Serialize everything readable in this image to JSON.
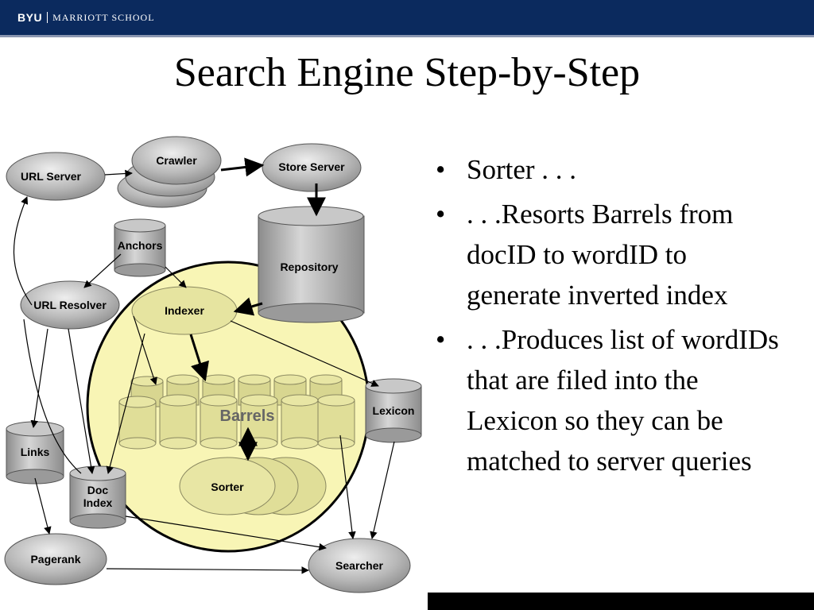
{
  "header": {
    "brand_short": "BYU",
    "brand_school": "MARRIOTT SCHOOL"
  },
  "title": "Search Engine Step-by-Step",
  "bullets": [
    "Sorter . . .",
    ". . .Resorts Barrels from docID to wordID to generate inverted index",
    ". . .Produces list of wordIDs that are filed into the Lexicon so they can be matched to server queries"
  ],
  "diagram": {
    "nodes": {
      "url_server": "URL Server",
      "crawler": "Crawler",
      "store_server": "Store Server",
      "anchors": "Anchors",
      "repository": "Repository",
      "url_resolver": "URL Resolver",
      "indexer": "Indexer",
      "barrels": "Barrels",
      "lexicon": "Lexicon",
      "links": "Links",
      "doc_index_1": "Doc",
      "doc_index_2": "Index",
      "sorter": "Sorter",
      "pagerank": "Pagerank",
      "searcher": "Searcher"
    }
  },
  "colors": {
    "header_bg": "#0b2a5e",
    "highlight": "#f7f3a8",
    "node_fill": "#b8b8b8"
  }
}
